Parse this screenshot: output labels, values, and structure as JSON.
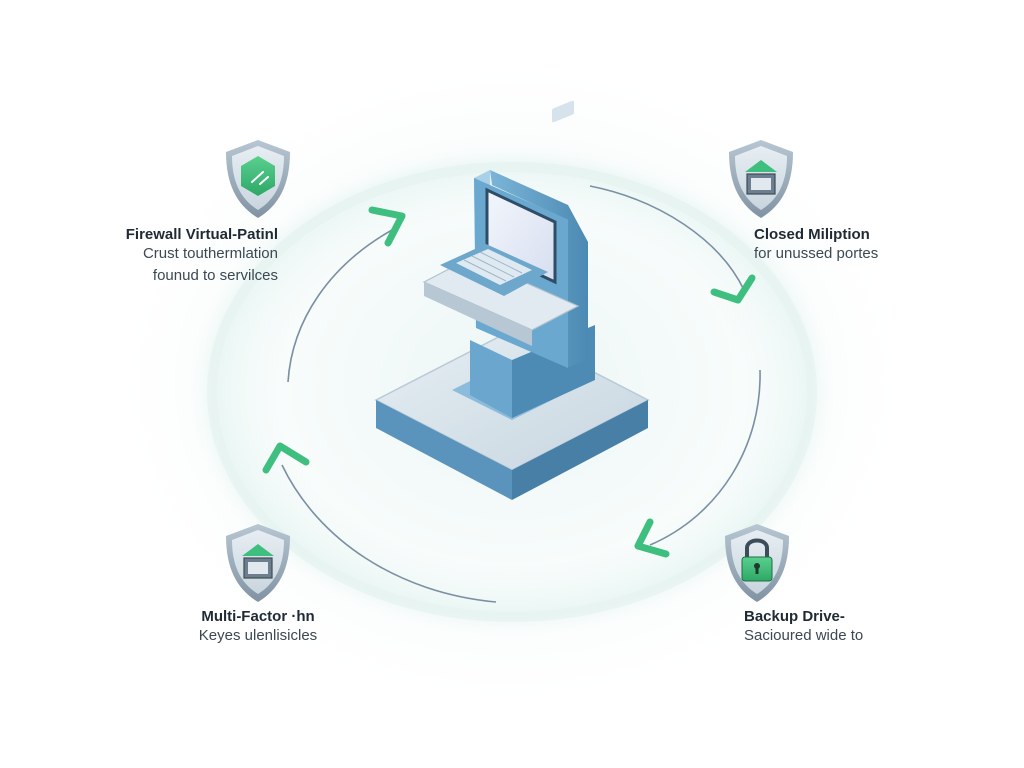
{
  "nodes": {
    "firewall": {
      "title": "Firewall Virtual-Patinl",
      "desc_lines": [
        "Crust touthermlation",
        "founud to servilces"
      ]
    },
    "closed_ports": {
      "title": "Closed Miliption",
      "desc_lines": [
        "for unussed portes"
      ]
    },
    "mfa": {
      "title": "Multi-Factor ·hn",
      "desc_lines": [
        "Keyes ulenlisicles"
      ]
    },
    "backup": {
      "title": "Backup Drive-",
      "desc_lines": [
        "Sacioured wide to"
      ]
    }
  },
  "icons": {
    "firewall": "shield-check-icon",
    "closed_ports": "shield-drive-icon",
    "mfa": "shield-drive-icon",
    "backup": "shield-padlock-icon",
    "center": "computer-terminal-icon"
  },
  "colors": {
    "accent_green": "#3fbf7f",
    "shield_gray": "#9aabb8",
    "terminal_blue": "#5a9cc4",
    "cycle_line": "#7a8fa3"
  }
}
